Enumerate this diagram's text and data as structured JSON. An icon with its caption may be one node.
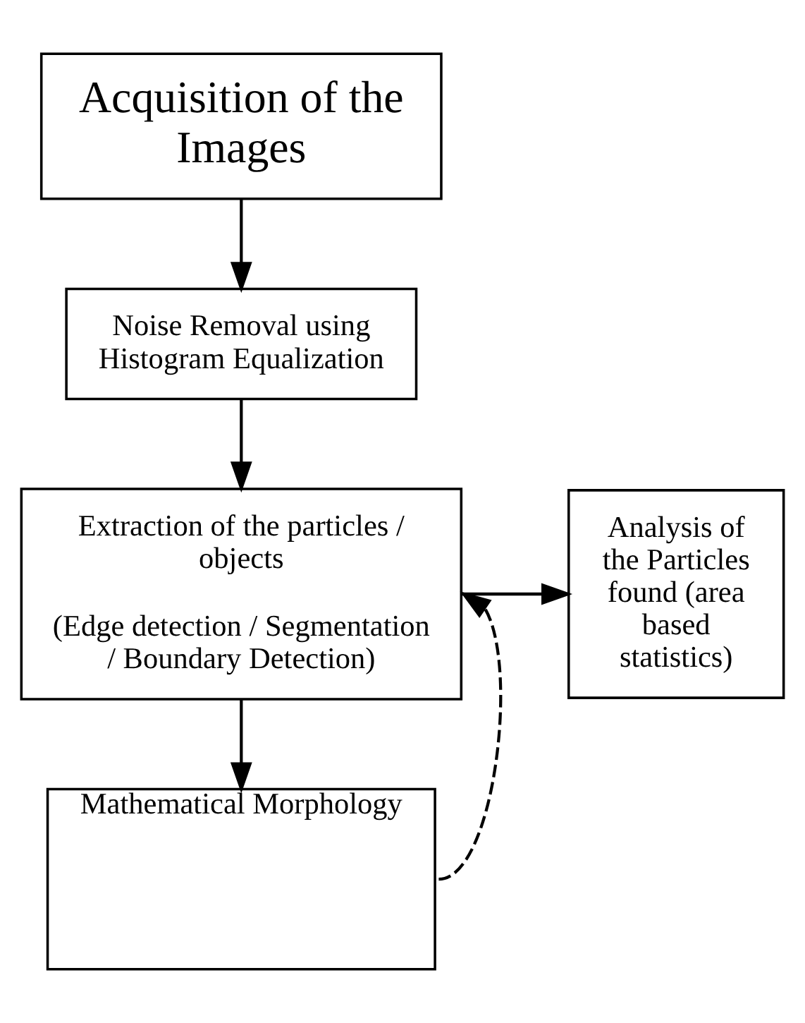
{
  "diagram": {
    "nodes": [
      {
        "text": [
          "Acquisition of the Images"
        ]
      },
      {
        "text": [
          "Noise Removal using Histogram Equalization"
        ]
      },
      {
        "text": [
          "Extraction of the particles / objects",
          "(Edge detection / Segmentation / Boundary Detection)"
        ]
      },
      {
        "text": [
          "Analysis of the Particles found (area based statistics)"
        ]
      },
      {
        "text": [
          "Mathematical Morphology"
        ]
      }
    ],
    "edges": [
      {
        "from": 0,
        "to": 1,
        "arrow": "to"
      },
      {
        "from": 1,
        "to": 2,
        "arrow": "to"
      },
      {
        "from": 2,
        "to": 3,
        "arrow": "to"
      },
      {
        "from": 2,
        "to": 4,
        "arrow": "to"
      },
      {
        "from": 4,
        "to": 2,
        "arrow": "to",
        "style": "dashed"
      }
    ]
  }
}
